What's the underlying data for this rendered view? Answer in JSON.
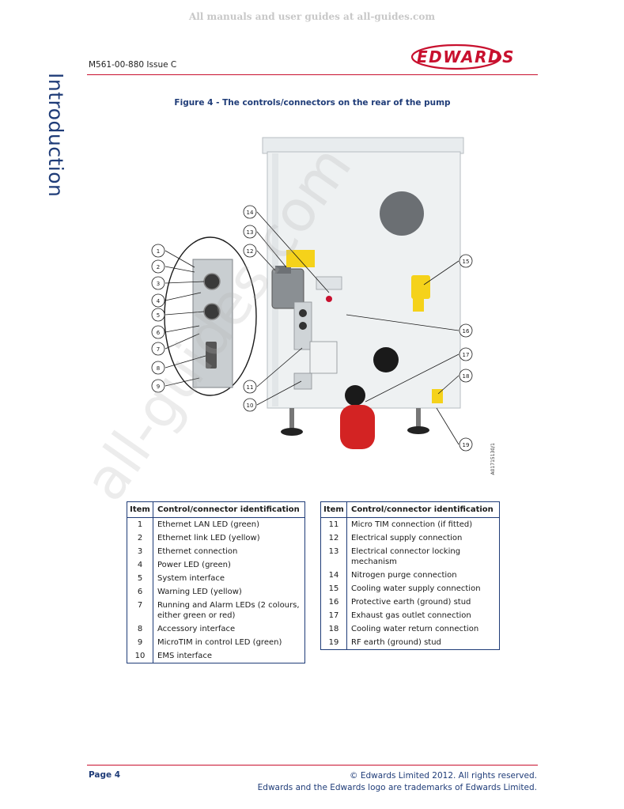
{
  "watermark_top": "All manuals and user guides at all-guides.com",
  "header": {
    "doc_number": "M561-00-880 Issue C",
    "logo_text": "EDWARDS",
    "section": "Introduction"
  },
  "figure": {
    "title": "Figure 4 - The controls/connectors on the rear of the pump",
    "code": "A01715130/1",
    "callouts": [
      "1",
      "2",
      "3",
      "4",
      "5",
      "6",
      "7",
      "8",
      "9",
      "10",
      "11",
      "12",
      "13",
      "14",
      "15",
      "16",
      "17",
      "18",
      "19"
    ]
  },
  "table_left": {
    "headers": [
      "Item",
      "Control/connector identification"
    ],
    "rows": [
      {
        "item": "1",
        "text": "Ethernet LAN LED (green)"
      },
      {
        "item": "2",
        "text": "Ethernet link LED (yellow)"
      },
      {
        "item": "3",
        "text": "Ethernet connection"
      },
      {
        "item": "4",
        "text": "Power LED (green)"
      },
      {
        "item": "5",
        "text": "System interface"
      },
      {
        "item": "6",
        "text": "Warning LED (yellow)"
      },
      {
        "item": "7",
        "text": "Running and Alarm LEDs (2 colours, either green or red)"
      },
      {
        "item": "8",
        "text": "Accessory interface"
      },
      {
        "item": "9",
        "text": "MicroTIM in control LED (green)"
      },
      {
        "item": "10",
        "text": "EMS interface"
      }
    ]
  },
  "table_right": {
    "headers": [
      "Item",
      "Control/connector identification"
    ],
    "rows": [
      {
        "item": "11",
        "text": "Micro TIM connection (if fitted)"
      },
      {
        "item": "12",
        "text": "Electrical supply connection"
      },
      {
        "item": "13",
        "text": "Electrical connector locking mechanism"
      },
      {
        "item": "14",
        "text": "Nitrogen purge connection"
      },
      {
        "item": "15",
        "text": "Cooling water supply connection"
      },
      {
        "item": "16",
        "text": "Protective earth (ground) stud"
      },
      {
        "item": "17",
        "text": "Exhaust gas outlet connection"
      },
      {
        "item": "18",
        "text": "Cooling water return connection"
      },
      {
        "item": "19",
        "text": "RF earth (ground) stud"
      }
    ]
  },
  "watermark_diag": "all-guides.com",
  "footer": {
    "page": "Page 4",
    "copyright_line1": "© Edwards Limited 2012. All rights reserved.",
    "copyright_line2": "Edwards and the Edwards logo are trademarks of Edwards Limited."
  },
  "colors": {
    "accent_red": "#c8102e",
    "accent_blue": "#1f3c78"
  }
}
